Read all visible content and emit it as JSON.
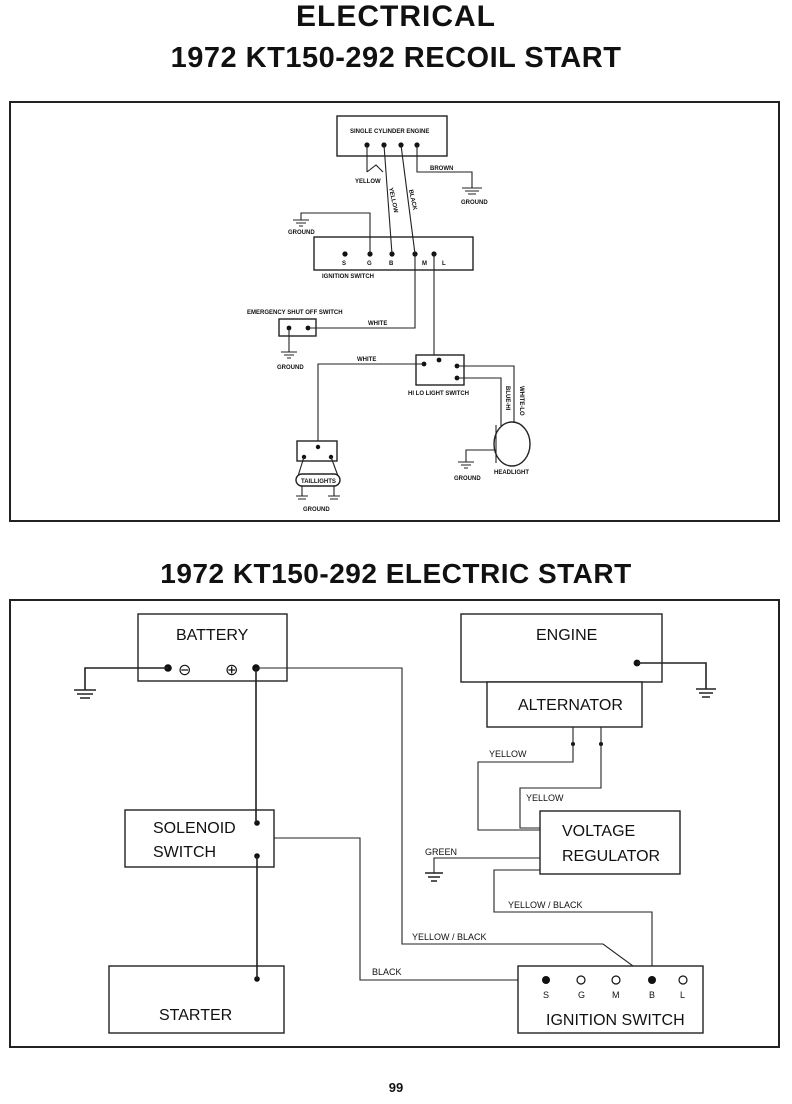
{
  "header": {
    "title": "ELECTRICAL",
    "subtitle_recoil": "1972 KT150-292 RECOIL START",
    "subtitle_electric": "1972 KT150-292 ELECTRIC START"
  },
  "recoil": {
    "engine_label": "SINGLE CYLINDER ENGINE",
    "ignition_label": "IGNITION SWITCH",
    "ignition_terminals": [
      "S",
      "G",
      "B",
      "M",
      "L"
    ],
    "emergency_label": "EMERGENCY SHUT OFF SWITCH",
    "hilo_label": "HI LO LIGHT SWITCH",
    "headlight_label": "HEADLIGHT",
    "taillights_label": "TAILLIGHTS",
    "wires": {
      "yellow_a": "YELLOW",
      "yellow_b": "YELLOW",
      "black": "BLACK",
      "brown": "BROWN",
      "white_a": "WHITE",
      "white_b": "WHITE",
      "blue_hi": "BLUE-HI",
      "white_lo": "WHITE-LO"
    },
    "grounds": [
      "GROUND",
      "GROUND",
      "GROUND",
      "GROUND",
      "GROUND"
    ]
  },
  "electric": {
    "battery_label": "BATTERY",
    "battery_neg": "⊖",
    "battery_pos": "⊕",
    "engine_label": "ENGINE",
    "alternator_label": "ALTERNATOR",
    "solenoid_line1": "SOLENOID",
    "solenoid_line2": "SWITCH",
    "voltage_line1": "VOLTAGE",
    "voltage_line2": "REGULATOR",
    "starter_label": "STARTER",
    "ignition_label": "IGNITION SWITCH",
    "ignition_terminals": [
      "S",
      "G",
      "M",
      "B",
      "L"
    ],
    "wires": {
      "yellow_a": "YELLOW",
      "yellow_b": "YELLOW",
      "green": "GREEN",
      "yellow_black_a": "YELLOW / BLACK",
      "yellow_black_b": "YELLOW / BLACK",
      "black": "BLACK"
    }
  },
  "page_number": "99"
}
